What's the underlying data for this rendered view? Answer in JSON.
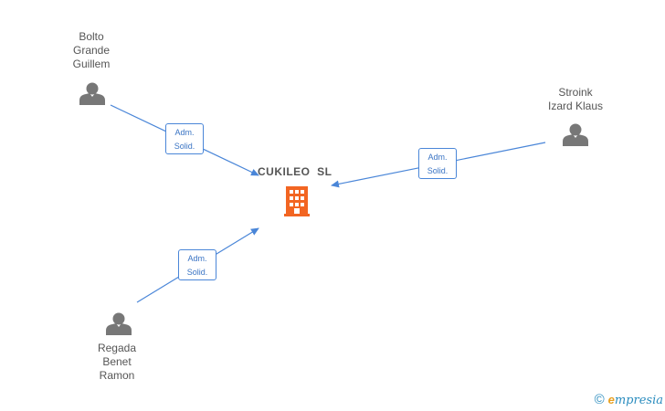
{
  "diagram": {
    "company": {
      "name": "CUKILEO  SL",
      "icon": "building-icon",
      "color": "#f26522"
    },
    "persons": [
      {
        "id": "bolto",
        "lines": [
          "Bolto",
          "Grande",
          "Guillem"
        ],
        "icon": "person-icon"
      },
      {
        "id": "stroink",
        "lines": [
          "Stroink",
          "Izard Klaus"
        ],
        "icon": "person-icon"
      },
      {
        "id": "regada",
        "lines": [
          "Regada",
          "Benet",
          "Ramon"
        ],
        "icon": "person-icon"
      }
    ],
    "edges": [
      {
        "from": "bolto",
        "lines": [
          "Adm.",
          "Solid."
        ]
      },
      {
        "from": "stroink",
        "lines": [
          "Adm.",
          "Solid."
        ]
      },
      {
        "from": "regada",
        "lines": [
          "Adm.",
          "Solid."
        ]
      }
    ],
    "edge_color": "#4a86d8",
    "person_color": "#777777"
  },
  "watermark": {
    "copyright": "©",
    "brand_initial": "e",
    "brand_rest": "mpresia"
  }
}
